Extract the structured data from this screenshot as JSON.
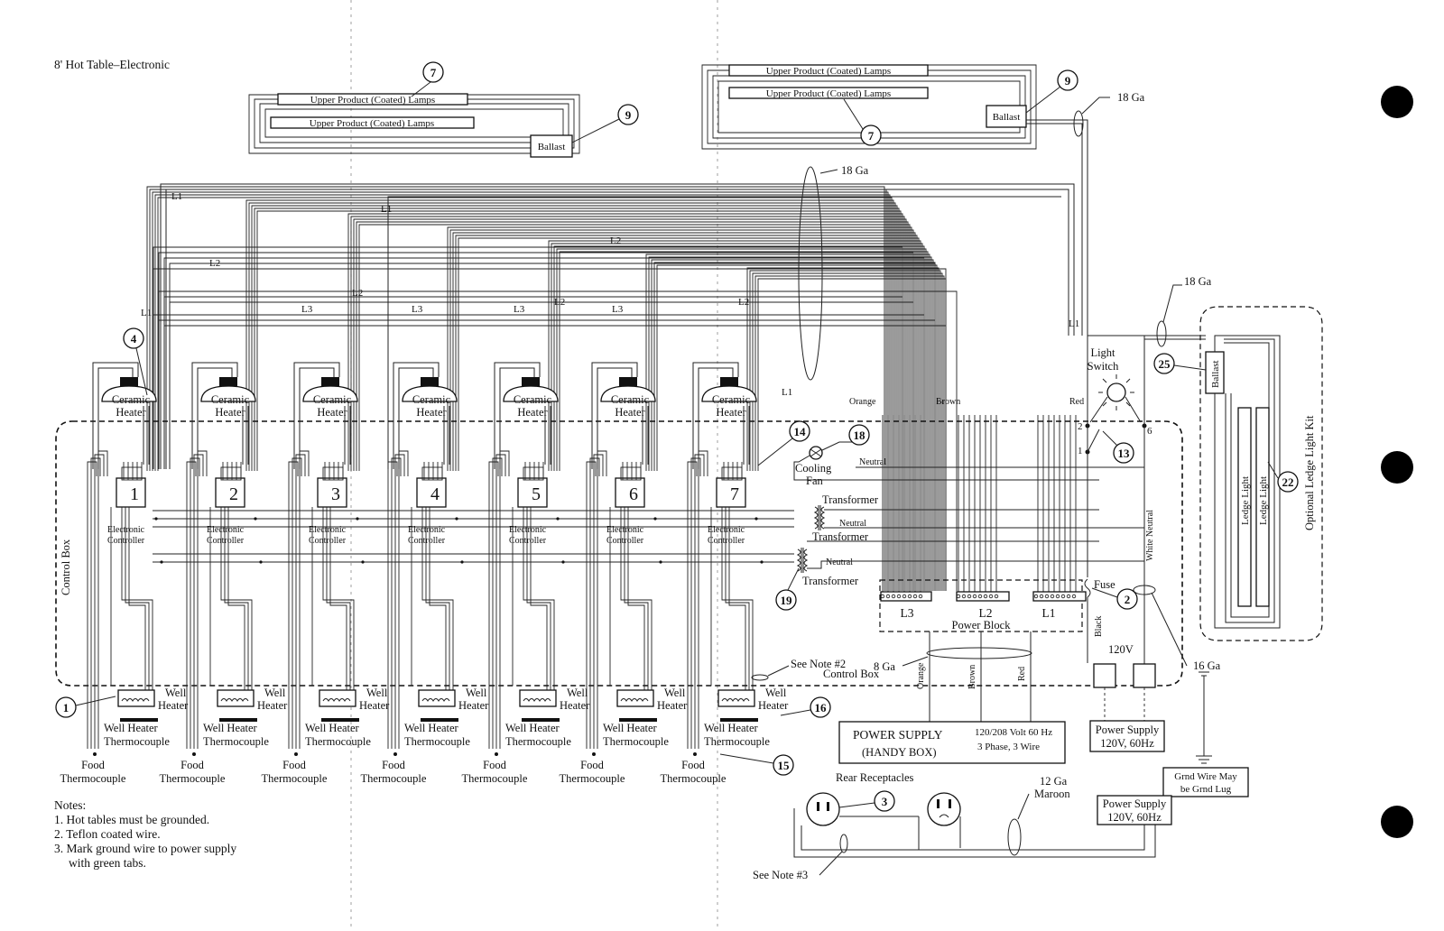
{
  "title": "8' Hot Table–Electronic",
  "lamps": {
    "upper_lamp_label": "Upper Product (Coated) Lamps",
    "ballast_label": "Ballast"
  },
  "wire_gauges": {
    "g18": "18 Ga",
    "g8": "8 Ga",
    "g16": "16 Ga",
    "g12": "12 Ga",
    "maroon": "Maroon"
  },
  "line_labels": {
    "l1": "L1",
    "l2": "L2",
    "l3": "L3"
  },
  "heater": {
    "ceramic_line1": "Ceramic",
    "ceramic_line2": "Heater"
  },
  "controllers": {
    "numbers": [
      "1",
      "2",
      "3",
      "4",
      "5",
      "6",
      "7"
    ],
    "label_line1": "Electronic",
    "label_line2": "Controller"
  },
  "well": {
    "well_line1": "Well",
    "heater_line2": "Heater",
    "thermo_line1": "Well Heater",
    "thermo_line2": "Thermocouple",
    "food_line1": "Food",
    "food_line2": "Thermocouple"
  },
  "control_box": {
    "label": "Control Box",
    "see_note2": "See Note #2",
    "cooling_fan_line1": "Cooling",
    "cooling_fan_line2": "Fan",
    "neutral": "Neutral",
    "transformer": "Transformer",
    "wire_orange": "Orange",
    "wire_brown": "Brown",
    "wire_red": "Red",
    "wire_black": "Black",
    "white_neutral": "White Neutral",
    "fuse": "Fuse",
    "v120": "120V",
    "light_switch_line1": "Light",
    "light_switch_line2": "Switch",
    "switch_terms": [
      "2",
      "1",
      "6"
    ]
  },
  "power_block": {
    "label": "Power Block",
    "terminals": [
      "L3",
      "L2",
      "L1"
    ]
  },
  "power_supply_main": {
    "title": "POWER SUPPLY",
    "subtitle": "(HANDY BOX)",
    "spec1": "120/208 Volt 60 Hz",
    "spec2": "3 Phase, 3 Wire"
  },
  "power_supply_120": {
    "line1": "Power Supply",
    "line2": "120V, 60Hz"
  },
  "ground": {
    "line1": "Grnd Wire May",
    "line2": "be Grnd Lug"
  },
  "ledge_kit": {
    "title": "Optional Ledge Light Kit",
    "ledge_light": "Ledge Light"
  },
  "receptacles": {
    "title": "Rear Receptacles",
    "see_note3": "See Note #3"
  },
  "callouts": {
    "c1": "1",
    "c2": "2",
    "c3": "3",
    "c4": "4",
    "c7": "7",
    "c9": "9",
    "c13": "13",
    "c14": "14",
    "c15": "15",
    "c16": "16",
    "c18": "18",
    "c19": "19",
    "c22": "22",
    "c25": "25"
  },
  "notes": {
    "heading": "Notes:",
    "items": [
      "1. Hot tables must be grounded.",
      "2. Teflon coated wire.",
      "3. Mark ground wire to power supply",
      "with green tabs."
    ]
  }
}
